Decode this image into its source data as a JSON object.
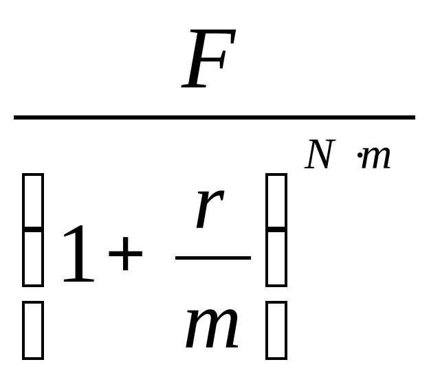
{
  "formula": {
    "numerator": "F",
    "denominator": {
      "one": "1",
      "plus": "+",
      "inner_numerator": "r",
      "inner_denominator": "m"
    },
    "exponent": {
      "n": "N",
      "dot": "·",
      "m": "m"
    }
  }
}
